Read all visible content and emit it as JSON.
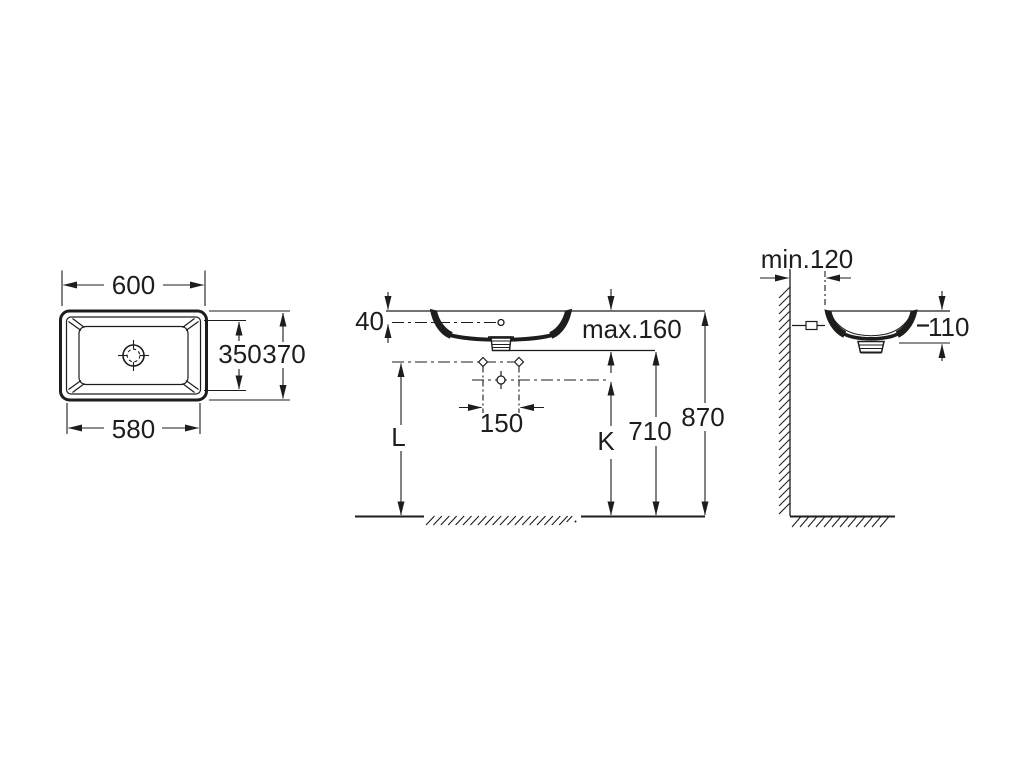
{
  "title": "washbasin installation dimension drawing",
  "colors": {
    "ink": "#1d1d1b",
    "background": "#ffffff"
  },
  "views": {
    "top": {
      "outer_width": "600",
      "inner_width": "580",
      "inner_depth": "350",
      "outer_depth": "370"
    },
    "front": {
      "overflow_offset": "40",
      "outlet_max": "max.160",
      "fixing_spacing": "150",
      "var_left": "L",
      "var_drain": "K",
      "outlet_height": "710",
      "rim_height": "870"
    },
    "side": {
      "wall_min": "min.120",
      "basin_height": "110"
    }
  }
}
